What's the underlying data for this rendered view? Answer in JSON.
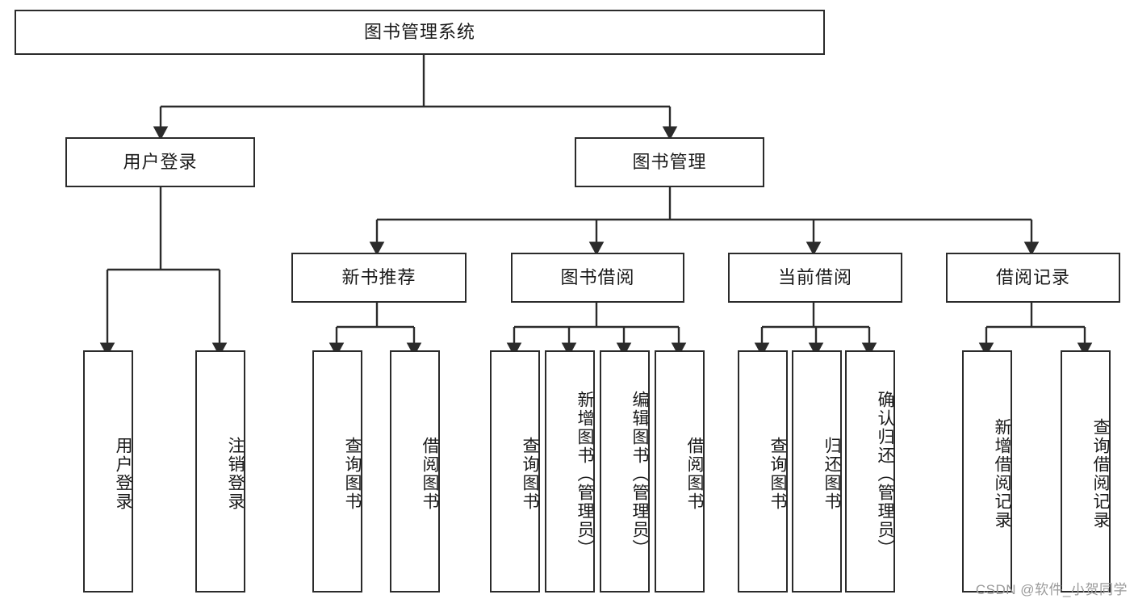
{
  "diagram": {
    "title": "图书管理系统",
    "type": "tree-hierarchy",
    "root": {
      "label": "图书管理系统"
    },
    "level2": [
      {
        "label": "用户登录"
      },
      {
        "label": "图书管理"
      }
    ],
    "level3": [
      {
        "label": "新书推荐"
      },
      {
        "label": "图书借阅"
      },
      {
        "label": "当前借阅"
      },
      {
        "label": "借阅记录"
      }
    ],
    "leaves": {
      "user_login": [
        {
          "label": "用户登录"
        },
        {
          "label": "注销登录"
        }
      ],
      "new_book_recommend": [
        {
          "label": "查询图书"
        },
        {
          "label": "借阅图书"
        }
      ],
      "book_borrow": [
        {
          "label": "查询图书"
        },
        {
          "label": "新增图书（管理员）"
        },
        {
          "label": "编辑图书（管理员）"
        },
        {
          "label": "借阅图书"
        }
      ],
      "current_borrow": [
        {
          "label": "查询图书"
        },
        {
          "label": "归还图书"
        },
        {
          "label": "确认归还（管理员）"
        }
      ],
      "borrow_record": [
        {
          "label": "新增借阅记录"
        },
        {
          "label": "查询借阅记录"
        }
      ]
    }
  },
  "watermark": {
    "text": "CSDN @软件_小贺同学"
  },
  "colors": {
    "border": "#2b2b2b",
    "text": "#1a1a1a",
    "background": "#ffffff",
    "watermark": "#9a9a9a"
  }
}
